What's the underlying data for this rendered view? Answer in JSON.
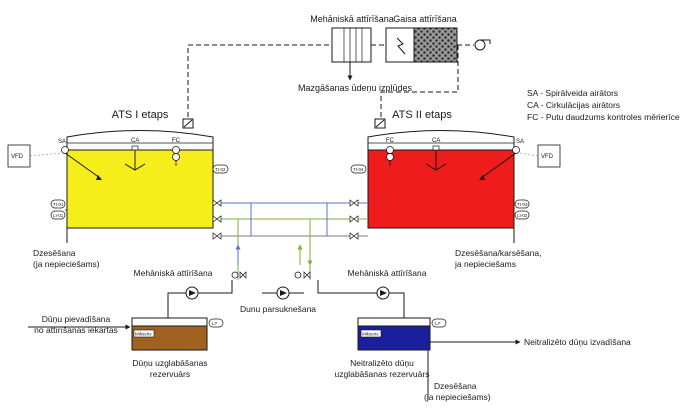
{
  "colors": {
    "tank1_fill": "#f5ee1a",
    "tank2_fill": "#ee1c1c",
    "storage_fill": "#a0621e",
    "neutral_fill": "#1a1f9c",
    "blue_pipe": "#5b6fd0",
    "green_pipe": "#7fae3a",
    "gray_pipe": "#7a7a7a",
    "line": "#1a1a1a"
  },
  "top": {
    "mech_title": "Mehāniskā attīrīšana",
    "gas_title": "Gaisa attīrīšana",
    "wash_water": "Mazgāšanas ūdeņu izplūdes"
  },
  "legend": [
    "SA - Spirālveida airātors",
    "CA - Cirkulācijas airātors",
    "FC - Putu daudzums kontroles mērierīce"
  ],
  "stage1": {
    "title": "ATS I etaps",
    "vfd": "VFD",
    "sa": "SA",
    "ca": "CA",
    "fc": "FC",
    "ti": "TI-02",
    "t1": "TI-01",
    "l1": "LI-01",
    "note_line1": "Dzesēšana",
    "note_line2": "(ja nepieciešams)"
  },
  "stage2": {
    "title": "ATS II etaps",
    "vfd": "VFD",
    "sa": "SA",
    "ca": "CA",
    "fc": "FC",
    "ti": "TI-04",
    "t1": "TI-03",
    "l1": "LI-02",
    "note_line1": "Dzesēšana/karsēšana,",
    "note_line2": "ja nepieciešams"
  },
  "flow": {
    "mech_left": "Mehāniskā attīrīšana",
    "mech_right": "Mehāniskā attīrīšana",
    "pump_center": "Dunu parsuknešana",
    "inflow_line1": "Dūņu pievadīšana",
    "inflow_line2": "no attīrīšanas iekārtas"
  },
  "storage": {
    "mixer": "Mikseris",
    "li": "LI*",
    "line1": "Dūņu uzglabāšanas",
    "line2": "rezervuārs"
  },
  "neutral": {
    "mixer": "Mikseris",
    "li": "LI*",
    "line1": "Neitralizēto dūņu",
    "line2": "uzglabāšanas rezervuārs",
    "out": "Neitralizēto dūņu izvadīšana",
    "cool_line1": "Dzesēšana",
    "cool_line2": "(ja nepieciešams)"
  }
}
